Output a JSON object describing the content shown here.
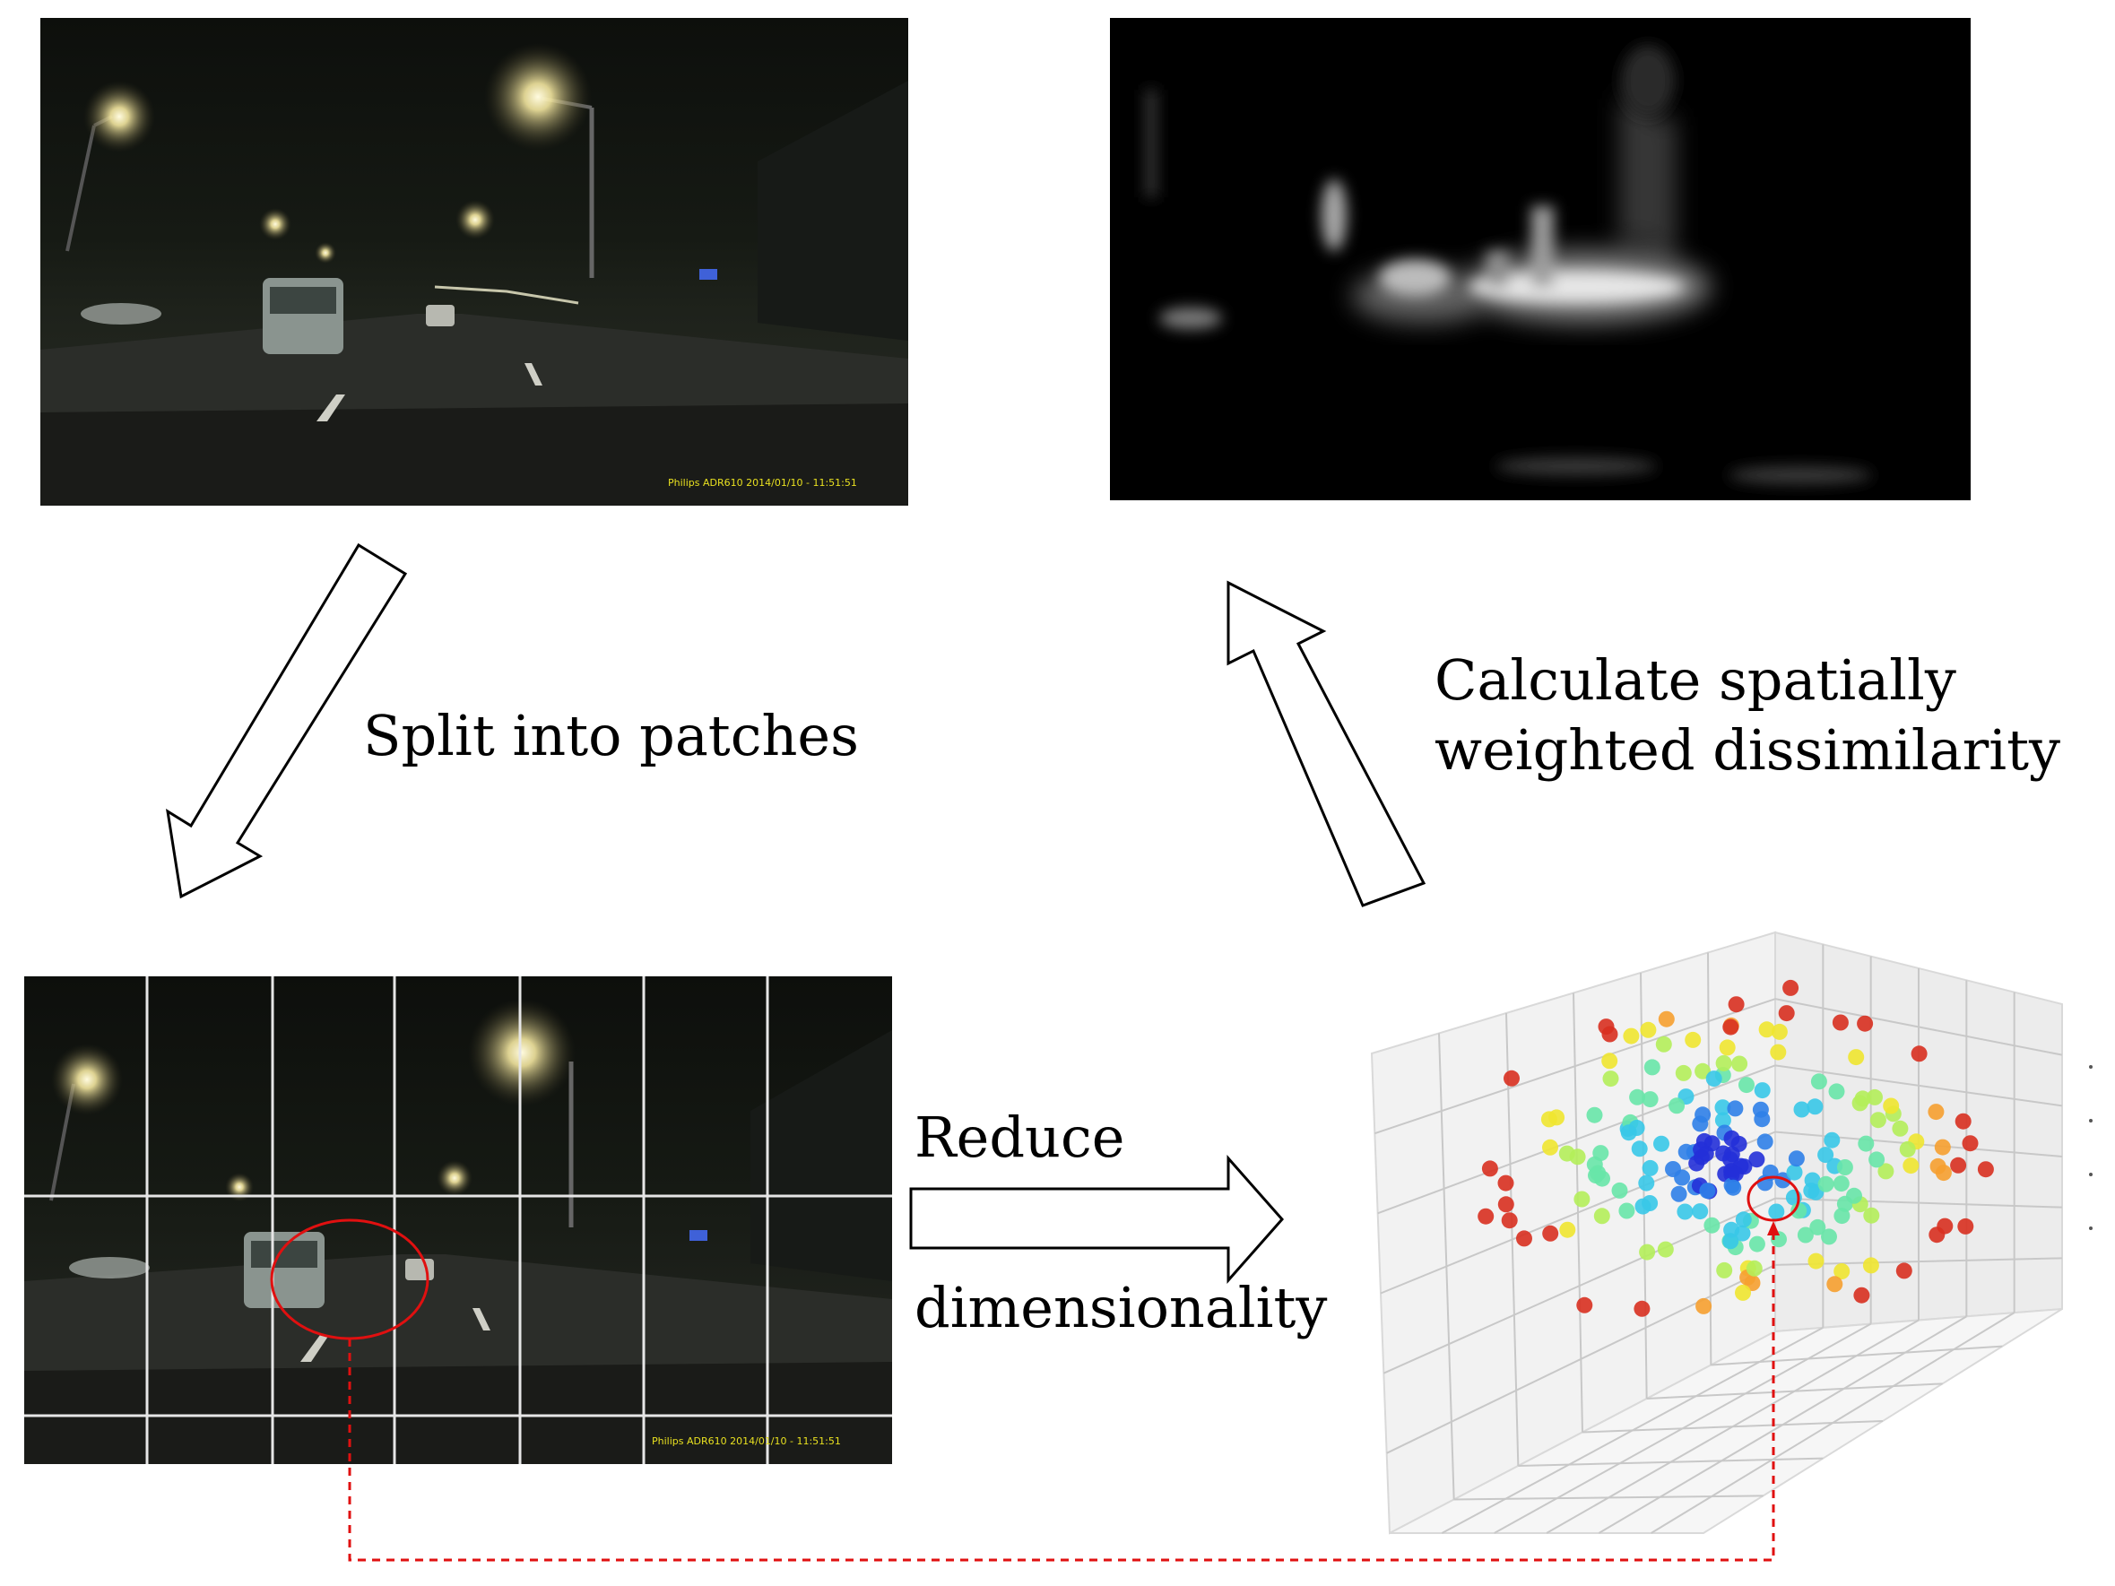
{
  "labels": {
    "split": "Split into patches",
    "calculate_line1": "Calculate spatially",
    "calculate_line2": "weighted dissimilarity",
    "reduce_line1": "Reduce",
    "reduce_line2": "dimensionality"
  },
  "photo_stamp": "Philips ADR610 2014/01/10 - 11:51:51",
  "colors": {
    "arrow_fill": "#ffffff",
    "arrow_stroke": "#000000",
    "grid_lines": "#e6e6e6",
    "highlight_circle": "#e01010",
    "dashed_link": "#e01010"
  },
  "icons": {
    "arrow_down_left": "hollow-arrow-down-left",
    "arrow_right": "hollow-arrow-right",
    "arrow_up_left": "hollow-arrow-up-left"
  }
}
